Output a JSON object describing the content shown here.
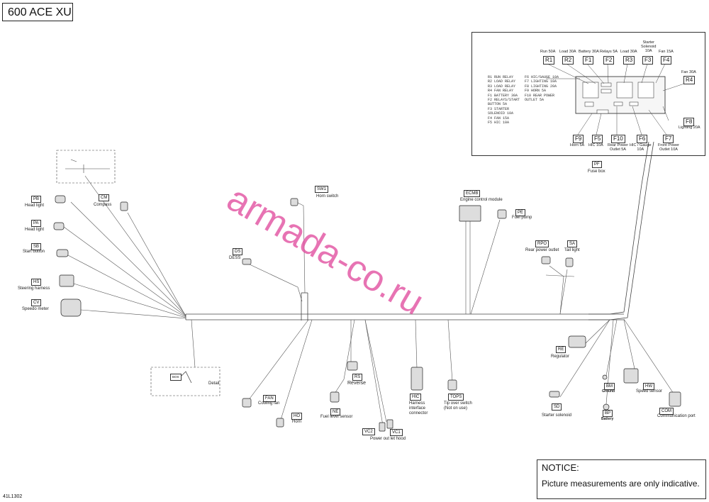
{
  "title": "600 ACE XU",
  "doc_id": "41L1302",
  "watermark": "armada-co.ru",
  "notice": {
    "heading": "NOTICE:",
    "text": "Picture measurements are only indicative."
  },
  "components": {
    "cm": {
      "code": "CM",
      "label": "Compass"
    },
    "pb": {
      "code": "PB",
      "label": "Head light"
    },
    "pa": {
      "code": "PA",
      "label": "Head light"
    },
    "sb": {
      "code": "SB",
      "label": "Start button"
    },
    "hs": {
      "code": "HS",
      "label": "Steering harness"
    },
    "cv": {
      "code": "CV",
      "label": "Speedo meter"
    },
    "sw1": {
      "code": "SW1",
      "label": "Horn switch"
    },
    "ds": {
      "code": "DS",
      "label": "DESS"
    },
    "ecmb": {
      "code": "ECMB",
      "label": "Engine control module"
    },
    "pe": {
      "code": "PE",
      "label": "Fuel pump"
    },
    "rpo": {
      "code": "RPO",
      "label": "Rear power outlet"
    },
    "sa": {
      "code": "SA",
      "label": "Tail light"
    },
    "pf": {
      "code": "PF",
      "label": "Fuse box"
    },
    "re": {
      "code": "RE",
      "label": "Regulator"
    },
    "bm": {
      "code": "BM",
      "label": "Ground"
    },
    "hw": {
      "code": "HW",
      "label": "Speed sensor"
    },
    "sd": {
      "code": "SD",
      "label": "Starter solenoid"
    },
    "bp": {
      "code": "BP",
      "label": "Battery"
    },
    "com": {
      "code": "COM",
      "label": "Communication port"
    },
    "fan": {
      "code": "FAN",
      "label": "Cooling fan"
    },
    "ho": {
      "code": "HO",
      "label": "Horn"
    },
    "rs": {
      "code": "RS",
      "label": "Reverse"
    },
    "ne": {
      "code": "NE",
      "label": "Fuel level sensor"
    },
    "vc2": {
      "code": "VC2"
    },
    "vc1": {
      "code": "VC1"
    },
    "power_out": {
      "label": "Power out let hood"
    },
    "hic": {
      "code": "HIC",
      "label_1": "Harness",
      "label_2": "interface",
      "label_3": "connector"
    },
    "tops": {
      "code": "TOPS",
      "label_1": "Tip over switch",
      "label_2": "(Not on use)"
    },
    "detail": {
      "label": "Detail",
      "code": "BOS"
    }
  },
  "fuse_box": {
    "top": [
      {
        "code": "R1",
        "label": "Run 50A"
      },
      {
        "code": "R2",
        "label": "Load 30A"
      },
      {
        "code": "F1",
        "label": "Battery 30A"
      },
      {
        "code": "F2",
        "label": "Relays 5A"
      },
      {
        "code": "R3",
        "label": "Load 30A"
      },
      {
        "code": "F3",
        "label_1": "Starter",
        "label_2": "Solenoid",
        "label_3": "10A"
      },
      {
        "code": "F4",
        "label": "Fan 15A"
      }
    ],
    "r4": {
      "code": "R4",
      "label": "Fan 30A"
    },
    "f8": {
      "code": "F8",
      "label": "Lighting 20A"
    },
    "bottom": [
      {
        "code": "F9",
        "label_1": "Horn 5A"
      },
      {
        "code": "F5",
        "label_1": "HIC 10A"
      },
      {
        "code": "F10",
        "label_1": "Rear Power",
        "label_2": "Outlet 5A"
      },
      {
        "code": "F6",
        "label_1": "HIC / Gauge",
        "label_2": "10A"
      },
      {
        "code": "F7",
        "label_1": "Front Power",
        "label_2": "Outlet 10A"
      }
    ],
    "legend_left": [
      "R1 RUN RELAY",
      "R2 LOAD RELAY",
      "R3 LOAD RELAY",
      "R4 FAN RELAY",
      "F1 BATTERY 30A",
      "F2 RELAYS/START",
      "   BUTTON 5A",
      "F3 STARTER",
      "   SOLENOID 10A",
      "F4 FAN 15A",
      "F5 HIC 10A"
    ],
    "legend_right": [
      "F6 HIC/GAUGE 10A",
      "F7 LIGHTING 10A",
      "F8 LIGHTING 20A",
      "F9 HORN 5A",
      "F10 REAR POWER",
      "    OUTLET 5A"
    ]
  }
}
